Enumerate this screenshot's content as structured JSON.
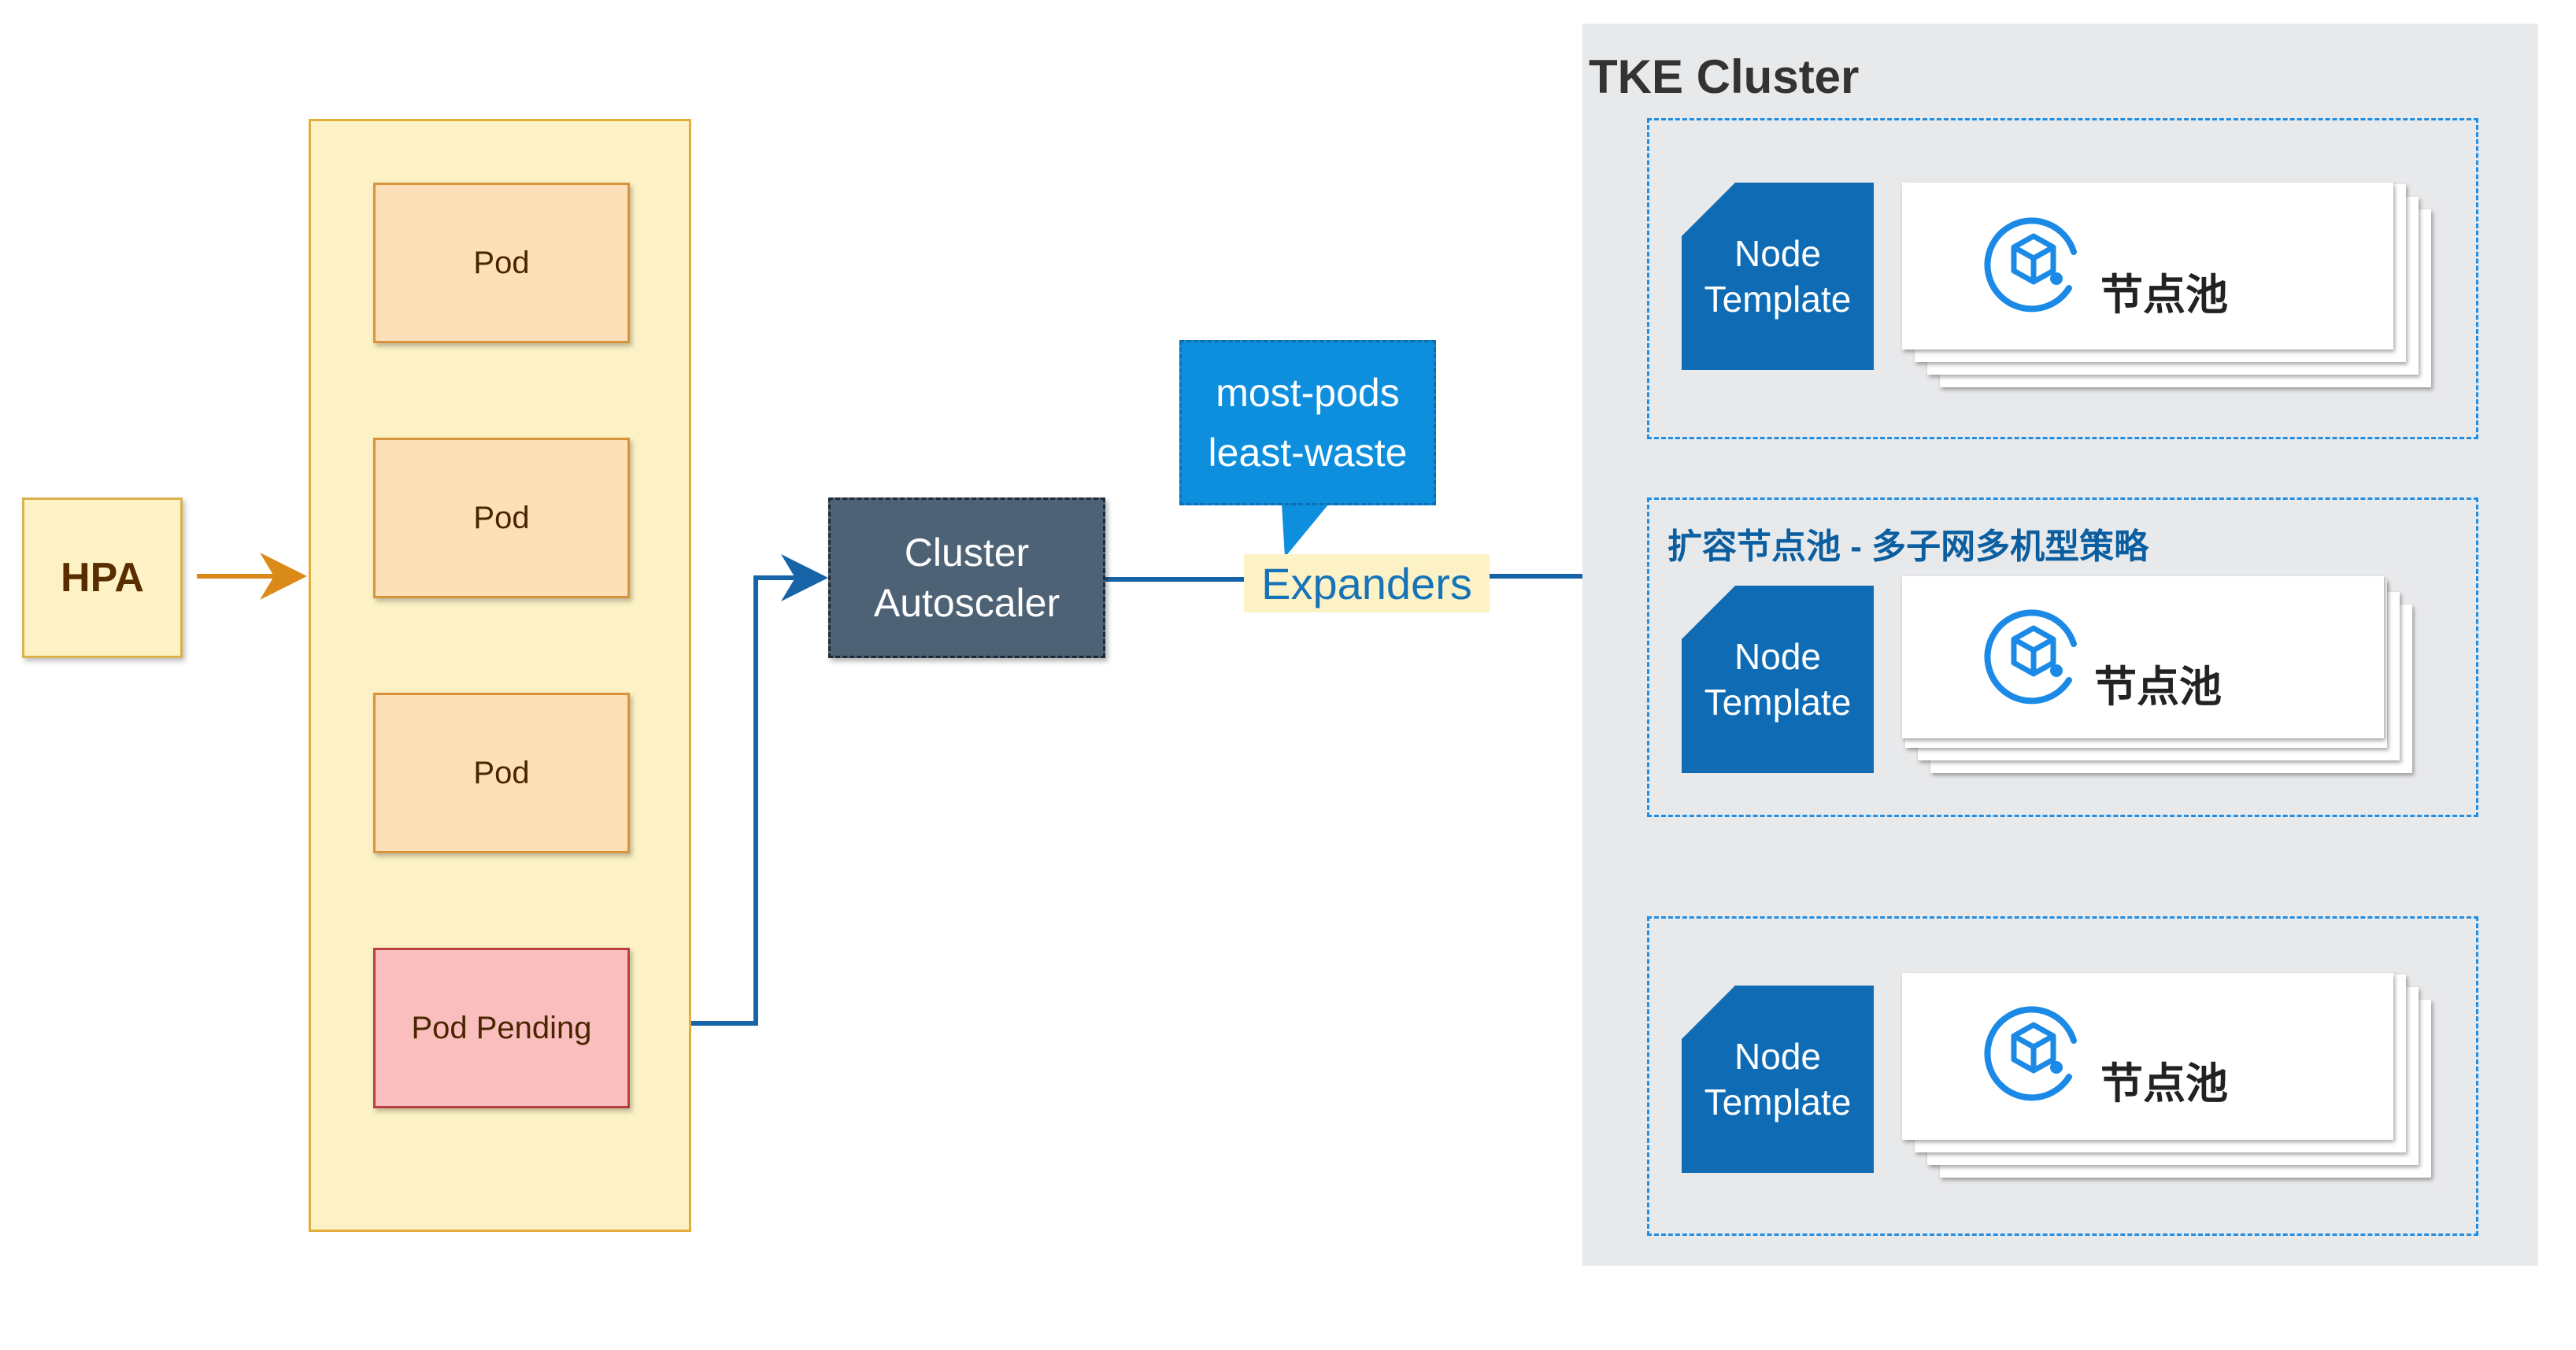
{
  "hpa": {
    "label": "HPA"
  },
  "pods": [
    {
      "label": "Pod"
    },
    {
      "label": "Pod"
    },
    {
      "label": "Pod"
    },
    {
      "label": "Pod Pending"
    }
  ],
  "autoscaler": {
    "line1": "Cluster",
    "line2": "Autoscaler"
  },
  "callout": {
    "line1": "most-pods",
    "line2": "least-waste"
  },
  "expanders": {
    "label": "Expanders"
  },
  "cluster": {
    "title": "TKE Cluster",
    "groups": [
      {
        "label": "",
        "template_line1": "Node",
        "template_line2": "Template",
        "pool_label": "节点池"
      },
      {
        "label": "扩容节点池 - 多子网多机型策略",
        "template_line1": "Node",
        "template_line2": "Template",
        "pool_label": "节点池"
      },
      {
        "label": "",
        "template_line1": "Node",
        "template_line2": "Template",
        "pool_label": "节点池"
      }
    ]
  },
  "colors": {
    "hpa_fill": "#fdf2c6",
    "pod_fill": "#fde0b8",
    "pending_fill": "#fbbebe",
    "autoscaler_fill": "#4d6275",
    "callout_fill": "#0e8fde",
    "arrow_blue": "#1663a8",
    "arrow_orange": "#d98a18",
    "template_fill": "#0f6cb4",
    "cluster_bg": "#e8e9eb"
  }
}
